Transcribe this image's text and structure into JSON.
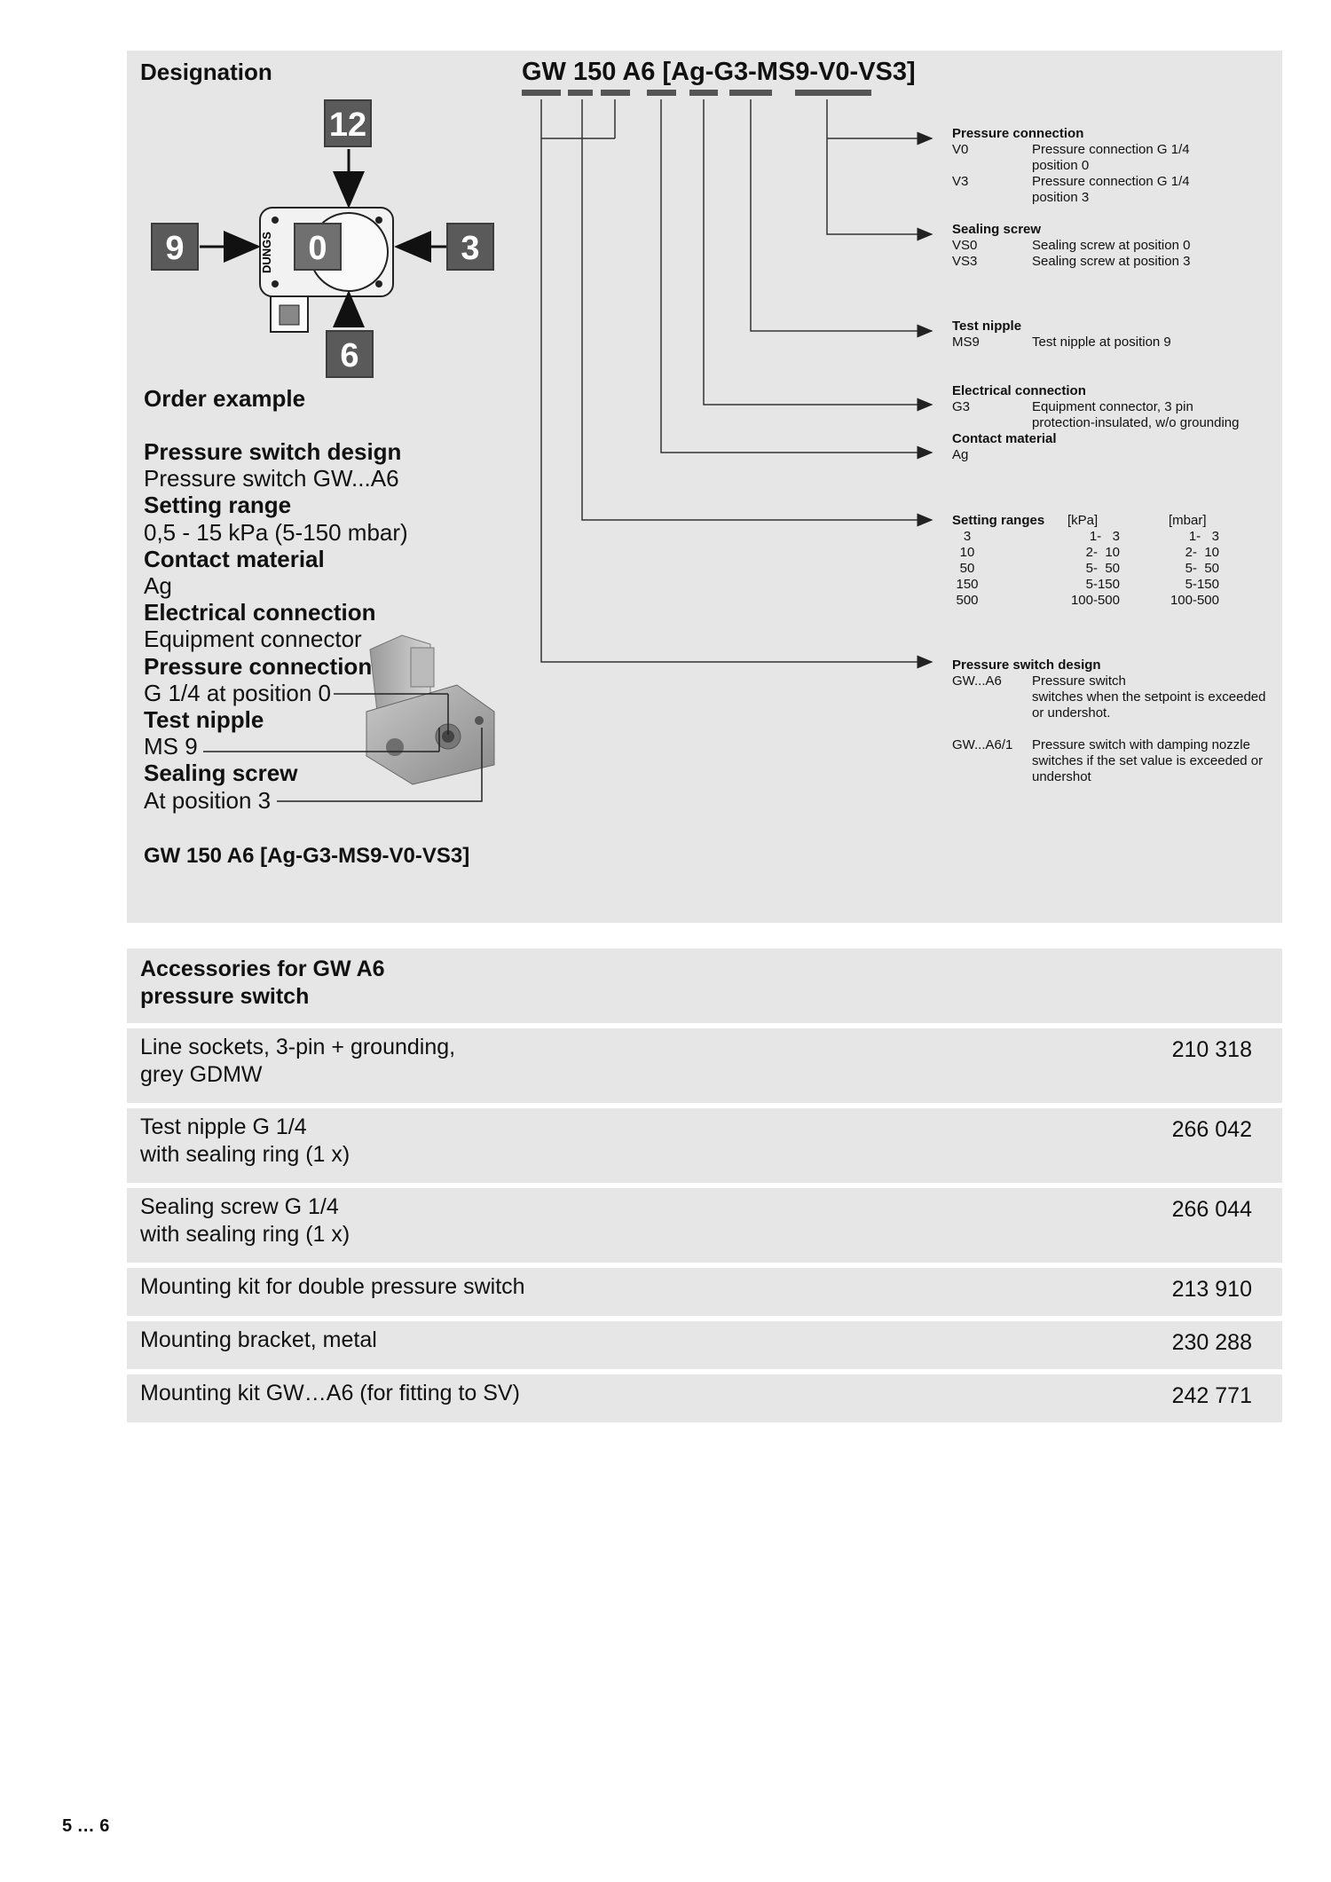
{
  "designation": {
    "heading": "Designation",
    "code": "GW 150 A6 [Ag-G3-MS9-V0-VS3]",
    "positions": [
      "12",
      "9",
      "0",
      "3",
      "6"
    ],
    "device_logo": "DUNGS",
    "legend": {
      "pressure_connection": {
        "title": "Pressure connection",
        "rows": [
          {
            "code": "V0",
            "desc": [
              "Pressure connection G 1/4",
              "position 0"
            ]
          },
          {
            "code": "V3",
            "desc": [
              "Pressure connection G 1/4",
              "position 3"
            ]
          }
        ]
      },
      "sealing_screw": {
        "title": "Sealing screw",
        "rows": [
          {
            "code": "VS0",
            "desc": [
              "Sealing screw at position 0"
            ]
          },
          {
            "code": "VS3",
            "desc": [
              "Sealing screw at position 3"
            ]
          }
        ]
      },
      "test_nipple": {
        "title": "Test nipple",
        "rows": [
          {
            "code": "MS9",
            "desc": [
              "Test nipple at position 9"
            ]
          }
        ]
      },
      "electrical_connection": {
        "title": "Electrical connection",
        "rows": [
          {
            "code": "G3",
            "desc": [
              "Equipment connector, 3 pin",
              "protection-insulated, w/o grounding"
            ]
          }
        ]
      },
      "contact_material": {
        "title": "Contact material",
        "rows": [
          {
            "code": "Ag"
          }
        ]
      },
      "setting_ranges": {
        "title": "Setting ranges",
        "col_kpa": "[kPa]",
        "col_mbar": "[mbar]",
        "rows": [
          {
            "code": "3",
            "kpa": "1-   3",
            "mbar": "1-   3"
          },
          {
            "code": "10",
            "kpa": "2-  10",
            "mbar": "2-  10"
          },
          {
            "code": "50",
            "kpa": "5-  50",
            "mbar": "5-  50"
          },
          {
            "code": "150",
            "kpa": "5-150",
            "mbar": "5-150"
          },
          {
            "code": "500",
            "kpa": "100-500",
            "mbar": "100-500"
          }
        ]
      },
      "pressure_switch_design": {
        "title": "Pressure switch design",
        "rows": [
          {
            "code": "GW...A6",
            "desc": [
              "Pressure switch",
              "switches when the setpoint is exceeded",
              "or undershot."
            ]
          },
          {
            "code": "GW...A6/1",
            "desc": [
              "Pressure switch with damping nozzle",
              "switches if the set value is exceeded or",
              "undershot"
            ]
          }
        ]
      }
    },
    "order_example": {
      "heading": "Order example",
      "lines": [
        {
          "text": "Pressure switch design",
          "bold": true
        },
        {
          "text": "Pressure switch GW...A6",
          "bold": false
        },
        {
          "text": "Setting range",
          "bold": true
        },
        {
          "text": "0,5 - 15 kPa (5-150 mbar)",
          "bold": false
        },
        {
          "text": "Contact material",
          "bold": true
        },
        {
          "text": "Ag",
          "bold": false
        },
        {
          "text": "Electrical connection",
          "bold": true
        },
        {
          "text": "Equipment connector",
          "bold": false
        },
        {
          "text": "Pressure connection",
          "bold": true
        },
        {
          "text": "G 1/4 at position 0",
          "bold": false
        },
        {
          "text": "Test nipple",
          "bold": true
        },
        {
          "text": "MS 9",
          "bold": false
        },
        {
          "text": "Sealing screw",
          "bold": true
        },
        {
          "text": "At position 3",
          "bold": false
        }
      ],
      "result_code": "GW 150 A6 [Ag-G3-MS9-V0-VS3]"
    }
  },
  "accessories": {
    "heading_lines": [
      "Accessories for GW A6",
      "pressure switch"
    ],
    "items": [
      {
        "label": [
          "Line sockets, 3-pin + grounding,",
          "grey GDMW"
        ],
        "number": "210 318"
      },
      {
        "label": [
          "Test nipple G 1/4",
          "with sealing ring (1 x)"
        ],
        "number": "266 042"
      },
      {
        "label": [
          "Sealing screw G 1/4",
          "with sealing ring (1 x)"
        ],
        "number": "266 044"
      },
      {
        "label": [
          "Mounting kit for double pressure switch"
        ],
        "number": "213 910"
      },
      {
        "label": [
          "Mounting bracket, metal"
        ],
        "number": "230 288"
      },
      {
        "label": [
          "Mounting kit GW…A6 (for fitting to SV)"
        ],
        "number": "242 771"
      }
    ]
  },
  "footer": {
    "page": "5 … 6"
  }
}
